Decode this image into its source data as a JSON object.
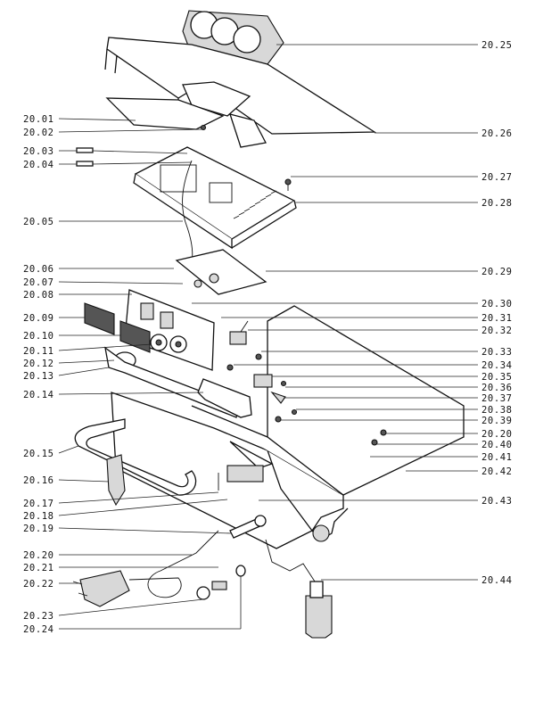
{
  "diagram": {
    "callouts_left": [
      {
        "id": "20.01"
      },
      {
        "id": "20.02"
      },
      {
        "id": "20.03"
      },
      {
        "id": "20.04"
      },
      {
        "id": "20.05"
      },
      {
        "id": "20.06"
      },
      {
        "id": "20.07"
      },
      {
        "id": "20.08"
      },
      {
        "id": "20.09"
      },
      {
        "id": "20.10"
      },
      {
        "id": "20.11"
      },
      {
        "id": "20.12"
      },
      {
        "id": "20.13"
      },
      {
        "id": "20.14"
      },
      {
        "id": "20.15"
      },
      {
        "id": "20.16"
      },
      {
        "id": "20.17"
      },
      {
        "id": "20.18"
      },
      {
        "id": "20.19"
      },
      {
        "id": "20.20"
      },
      {
        "id": "20.21"
      },
      {
        "id": "20.22"
      },
      {
        "id": "20.23"
      },
      {
        "id": "20.24"
      }
    ],
    "callouts_right": [
      {
        "id": "20.25"
      },
      {
        "id": "20.26"
      },
      {
        "id": "20.27"
      },
      {
        "id": "20.28"
      },
      {
        "id": "20.29"
      },
      {
        "id": "20.30"
      },
      {
        "id": "20.31"
      },
      {
        "id": "20.32"
      },
      {
        "id": "20.33"
      },
      {
        "id": "20.34"
      },
      {
        "id": "20.35"
      },
      {
        "id": "20.36"
      },
      {
        "id": "20.37"
      },
      {
        "id": "20.38"
      },
      {
        "id": "20.39"
      },
      {
        "id": "20.20"
      },
      {
        "id": "20.40"
      },
      {
        "id": "20.41"
      },
      {
        "id": "20.42"
      },
      {
        "id": "20.43"
      },
      {
        "id": "20.44"
      }
    ]
  }
}
